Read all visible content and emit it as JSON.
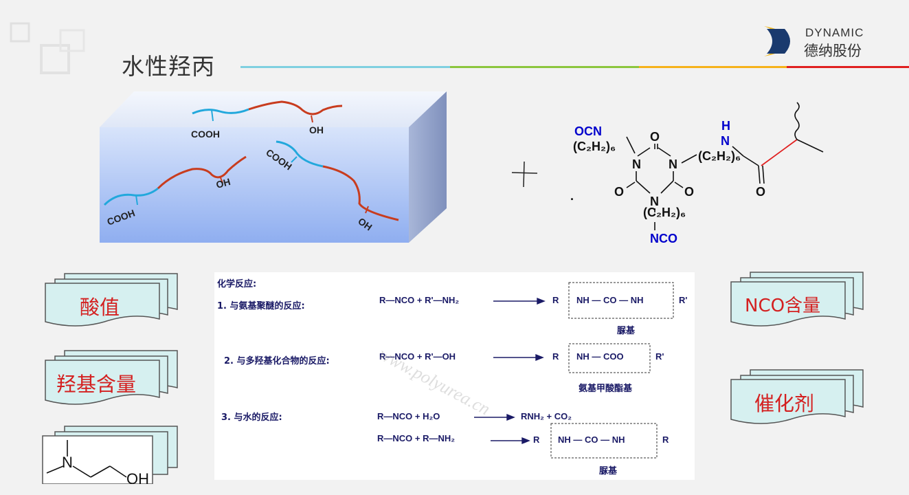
{
  "slide": {
    "title": "水性羟丙",
    "watermark": "www.polyurea.cn"
  },
  "logo": {
    "line1": "DYNAMIC",
    "line2": "德纳股份"
  },
  "diagram": {
    "labels": [
      "COOH",
      "OH",
      "COOH",
      "OH",
      "COOH",
      "OH"
    ],
    "plus": "+"
  },
  "molecule": {
    "ocn": "OCN",
    "left_chain": "(C₂H₂)₆",
    "n_left": "N",
    "n_right": "N",
    "n_bottom": "N",
    "o_top": "O",
    "o_left": "O",
    "o_right": "O",
    "bottom_chain": "(C₂H₂)₆",
    "nco": "NCO",
    "right_chain": "(C₂H₂)₆",
    "nh_h": "H",
    "nh_n": "N",
    "carbonyl_o": "O",
    "dot": "."
  },
  "cards": {
    "acid_value": "酸值",
    "hydroxyl_content": "羟基含量",
    "nco_content": "NCO含量",
    "catalyst": "催化剂",
    "amine_n": "N",
    "amine_oh": "OH"
  },
  "reactions": {
    "heading": "化学反应:",
    "r1_title": "1. 与氨基聚醚的反应:",
    "r1_lhs": "R—NCO + R'—NH₂",
    "r1_r": "R",
    "r1_mid": "NH — CO — NH",
    "r1_rp": "R'",
    "r1_name": "脲基",
    "r2_title": "2. 与多羟基化合物的反应:",
    "r2_lhs": "R—NCO + R'—OH",
    "r2_r": "R",
    "r2_mid": "NH — COO",
    "r2_rp": "R'",
    "r2_name": "氨基甲酸酯基",
    "r3_title": "3. 与水的反应:",
    "r3a_lhs": "R—NCO + H₂O",
    "r3a_rhs": "RNH₂ + CO₂",
    "r3b_lhs": "R—NCO + R—NH₂",
    "r3b_r": "R",
    "r3b_mid": "NH — CO — NH",
    "r3b_rp": "R",
    "r3_name": "脲基"
  },
  "colors": {
    "accent_red": "#d42020",
    "card_fill": "#d6f0f0",
    "chain_blue": "#22a8dc",
    "chain_red": "#c83c1e",
    "mol_blue": "#0000cc"
  }
}
